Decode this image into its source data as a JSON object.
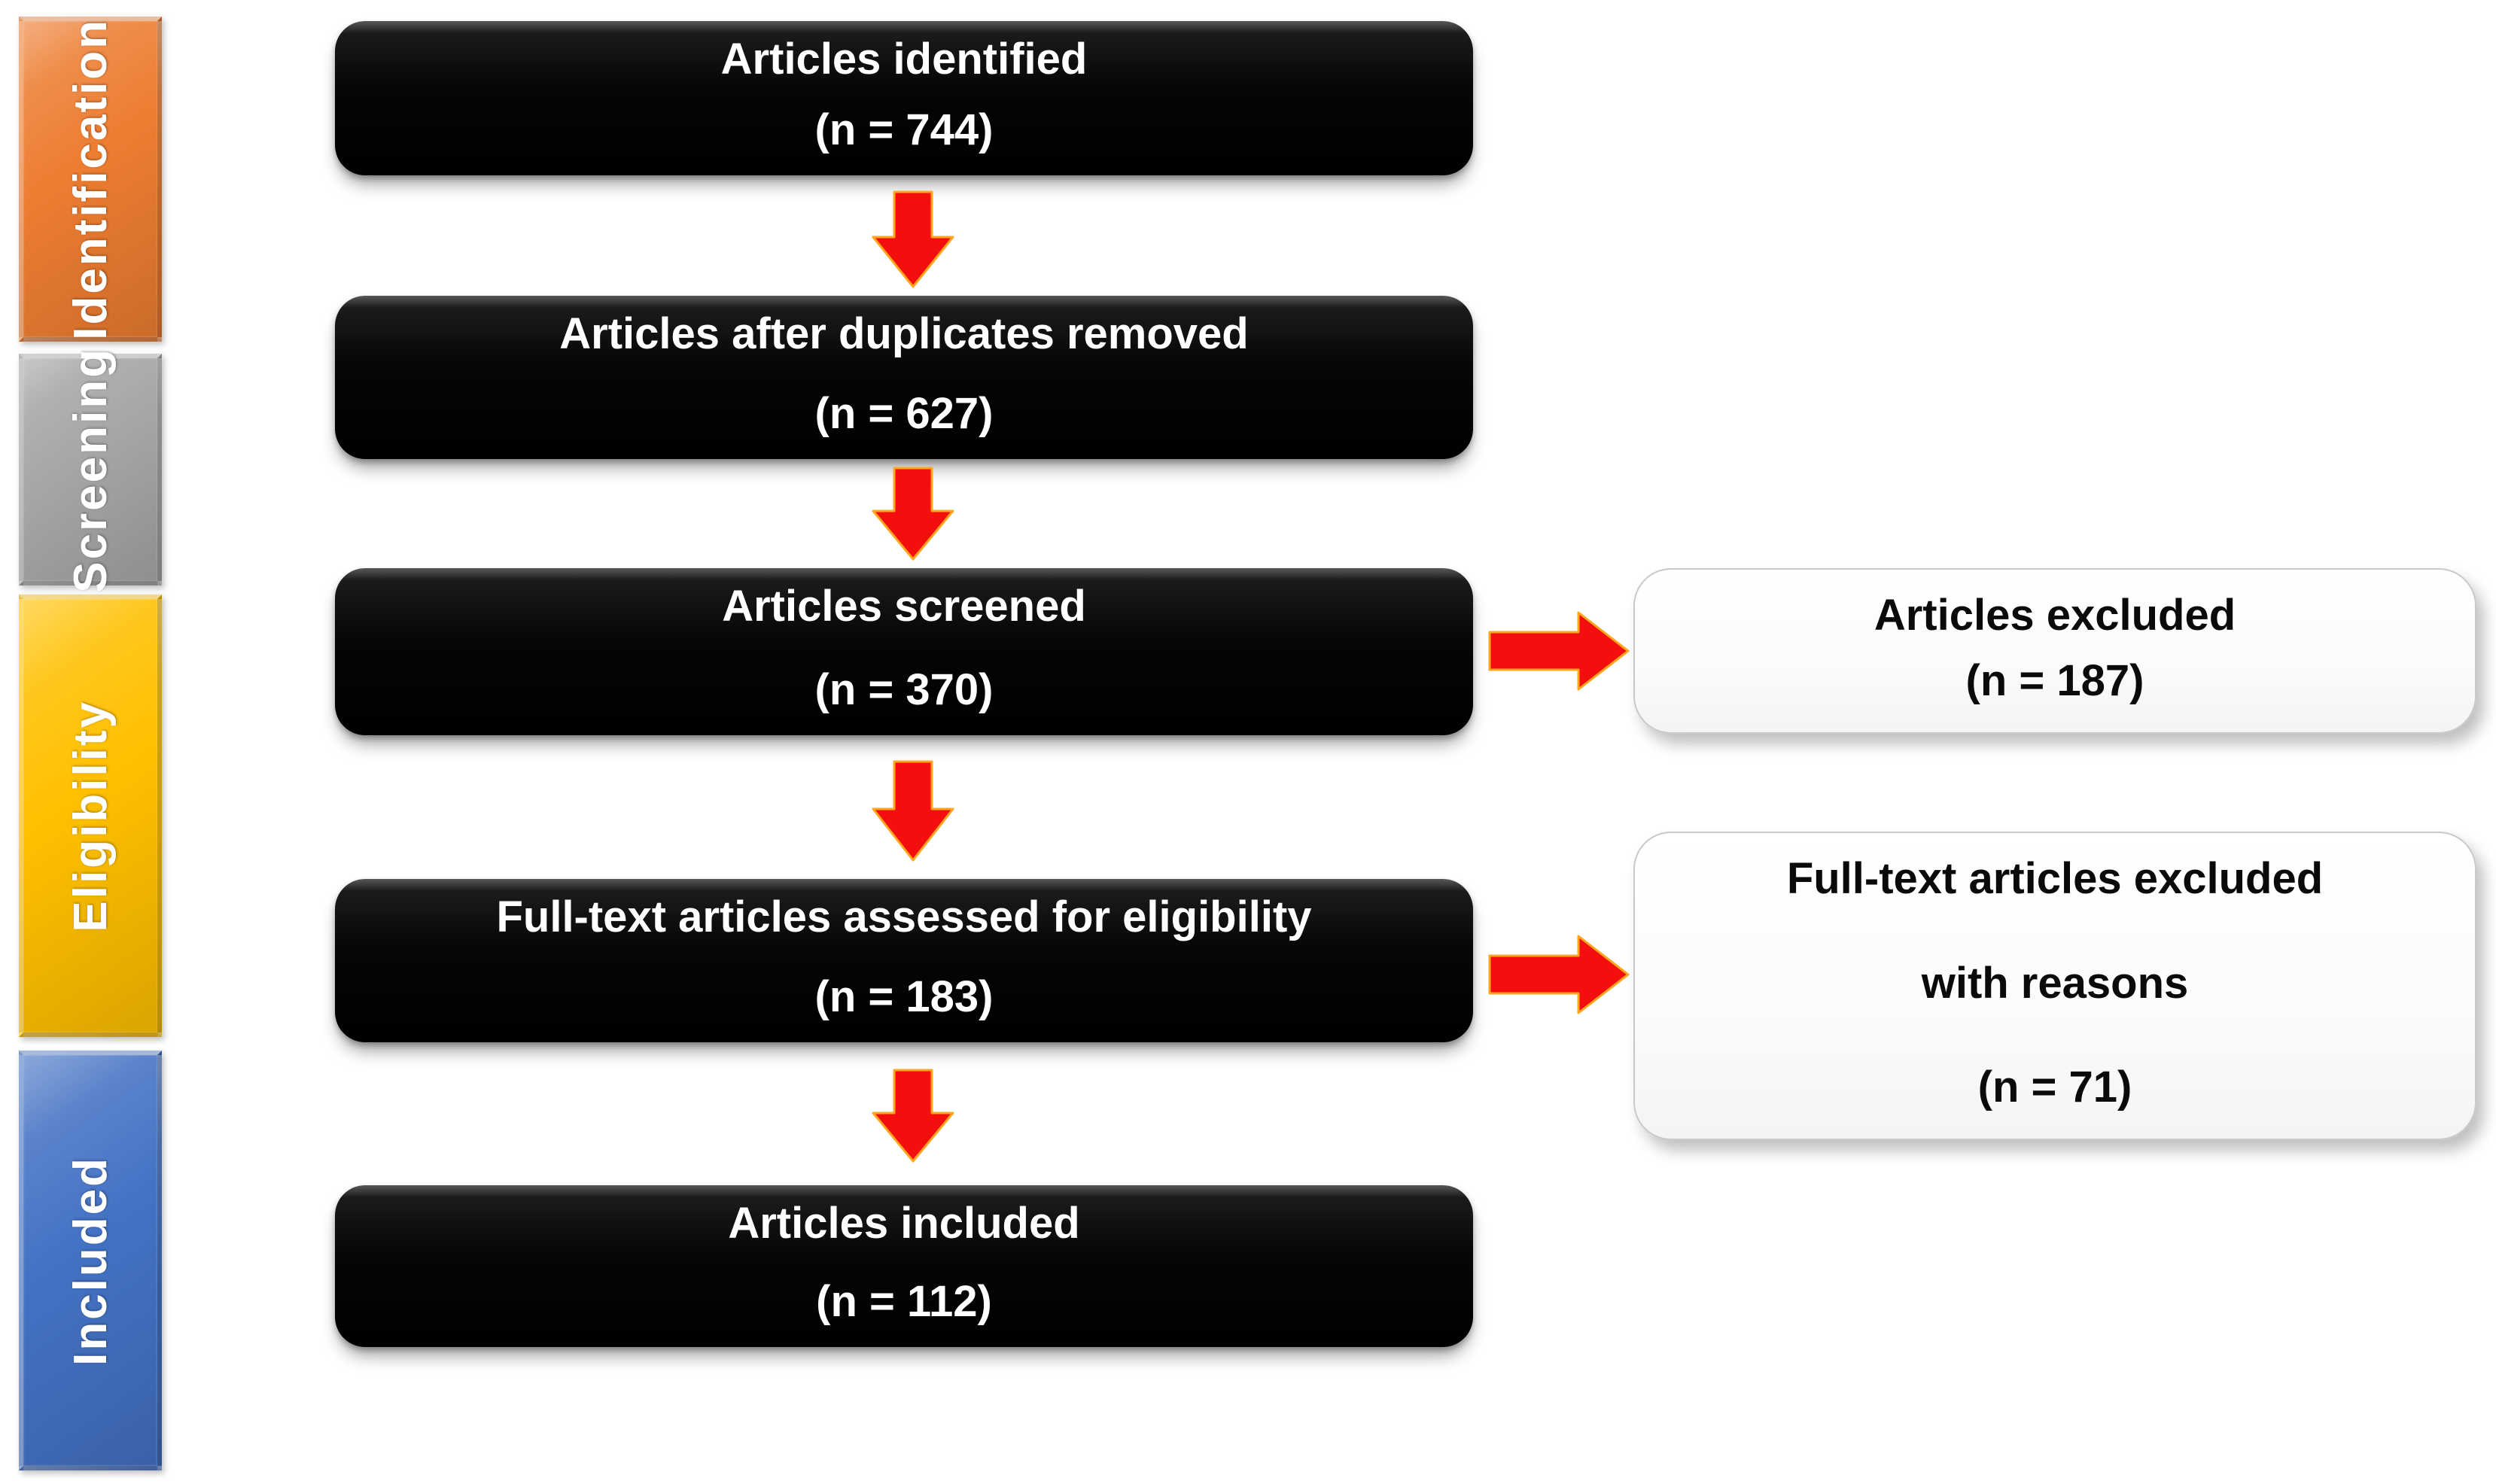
{
  "sidebar": {
    "stages": [
      {
        "label": "Identification",
        "color": "#ED7D31"
      },
      {
        "label": "Screening",
        "color": "#A6A6A6"
      },
      {
        "label": "Eligibility",
        "color": "#FFC000"
      },
      {
        "label": "Included",
        "color": "#4472C4"
      }
    ]
  },
  "flow": {
    "boxes": [
      {
        "title": "Articles identified",
        "count": "(n = 744)"
      },
      {
        "title": "Articles after duplicates removed",
        "count": "(n = 627)"
      },
      {
        "title": "Articles screened",
        "count": "(n = 370)"
      },
      {
        "title": "Full-text articles assessed for eligibility",
        "count": "(n = 183)"
      },
      {
        "title": "Articles included",
        "count": "(n = 112)"
      }
    ]
  },
  "exclusions": [
    {
      "lines": [
        "Articles excluded",
        "(n = 187)"
      ]
    },
    {
      "lines": [
        "Full-text articles excluded",
        "with reasons",
        "(n = 71)"
      ]
    }
  ],
  "arrow_color": "#F40F0F"
}
